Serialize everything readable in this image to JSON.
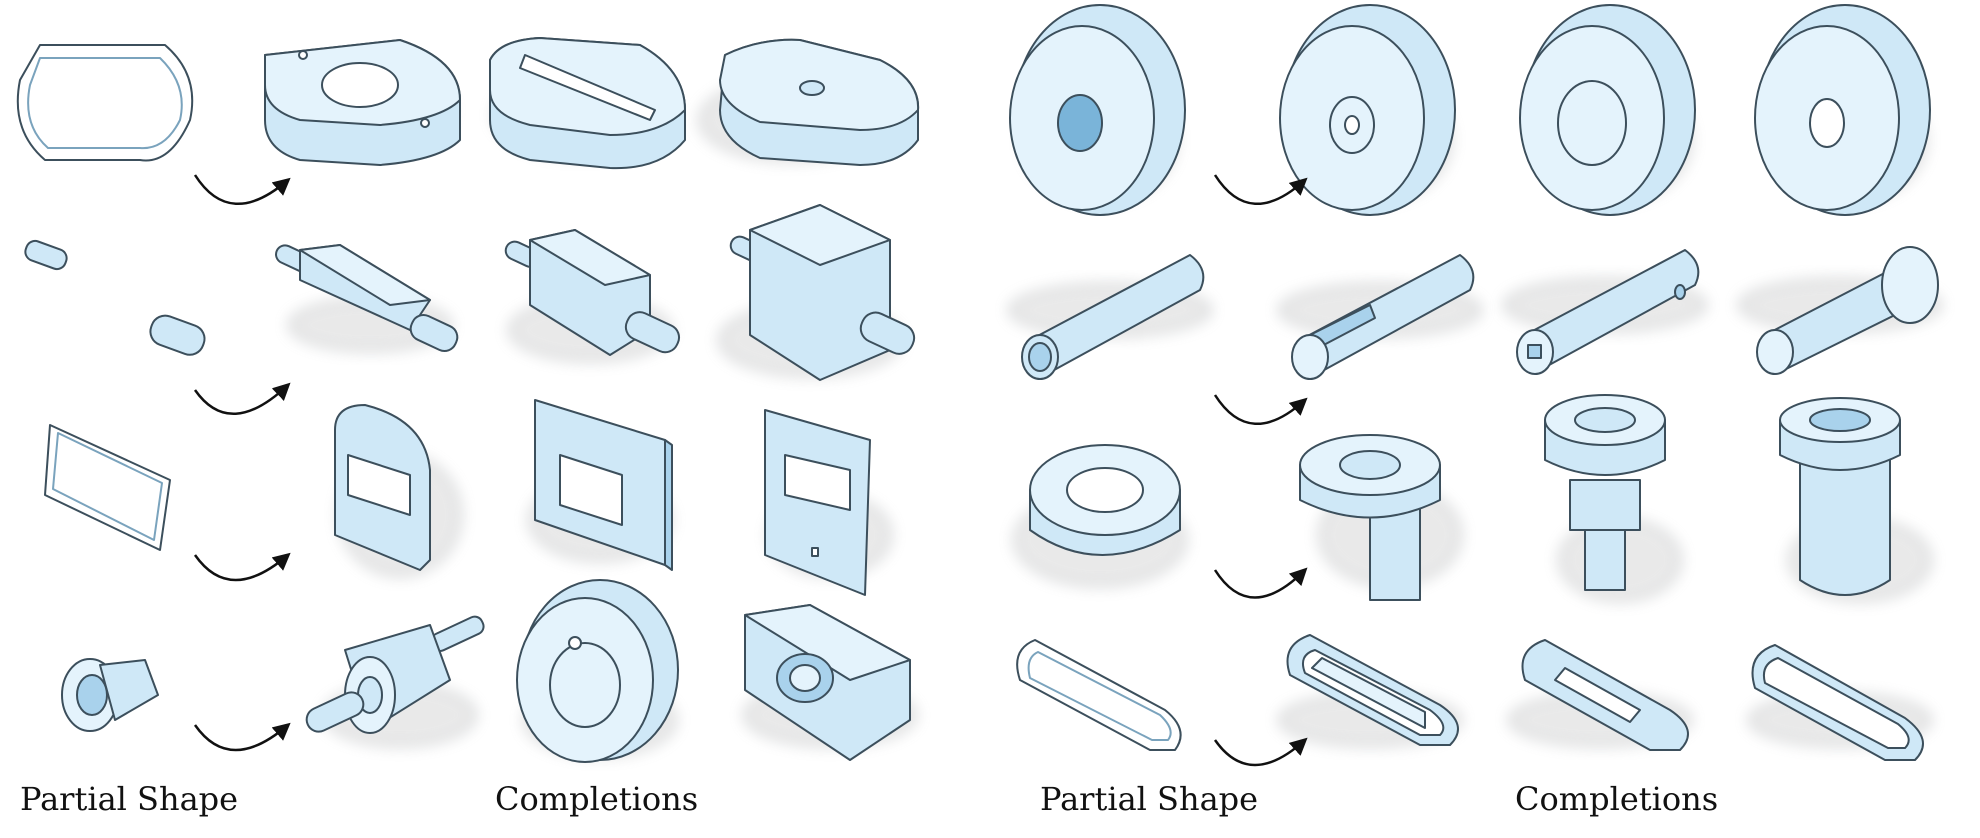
{
  "panels": [
    {
      "id": "left",
      "partial_label": "Partial Shape",
      "completions_label": "Completions"
    },
    {
      "id": "right",
      "partial_label": "Partial Shape",
      "completions_label": "Completions"
    }
  ],
  "colors": {
    "fill": "#cfe8f7",
    "fill_light": "#e4f3fc",
    "fill_dark": "#a9d2ec",
    "stroke": "#3c4f5c",
    "shadow": "#dcdcdc",
    "arrow": "#111111"
  }
}
